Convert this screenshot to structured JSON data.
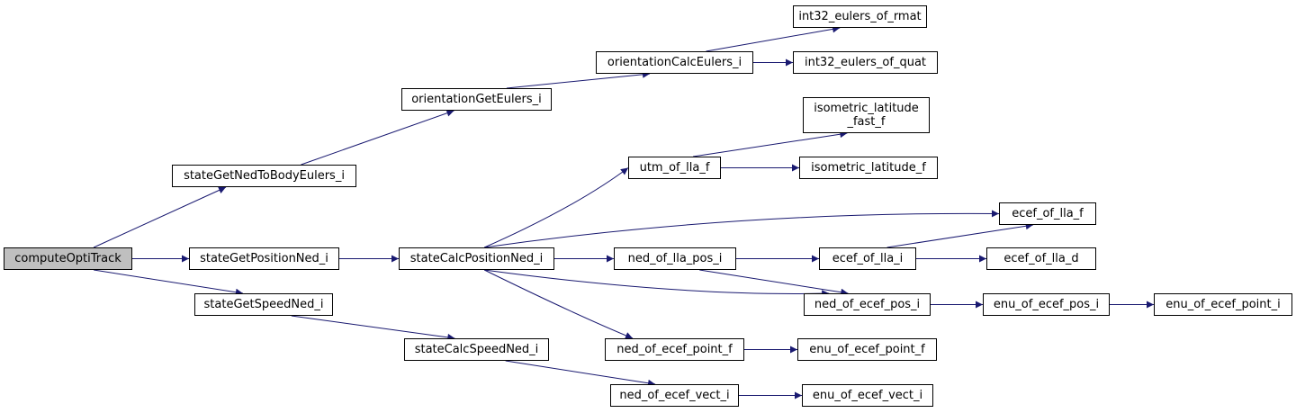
{
  "colors": {
    "edge": "#191970",
    "root_fill": "#bfbfbf",
    "node_fill": "#ffffff",
    "border": "#000000"
  },
  "nodes": {
    "computeOptiTrack": "computeOptiTrack",
    "stateGetNedToBodyEulers_i": "stateGetNedToBodyEulers_i",
    "stateGetPositionNed_i": "stateGetPositionNed_i",
    "stateGetSpeedNed_i": "stateGetSpeedNed_i",
    "orientationGetEulers_i": "orientationGetEulers_i",
    "orientationCalcEulers_i": "orientationCalcEulers_i",
    "int32_eulers_of_rmat": "int32_eulers_of_rmat",
    "int32_eulers_of_quat": "int32_eulers_of_quat",
    "stateCalcPositionNed_i": "stateCalcPositionNed_i",
    "stateCalcSpeedNed_i": "stateCalcSpeedNed_i",
    "utm_of_lla_f": "utm_of_lla_f",
    "isometric_latitude_fast_f": "isometric_latitude\n_fast_f",
    "isometric_latitude_f": "isometric_latitude_f",
    "ecef_of_lla_f": "ecef_of_lla_f",
    "ned_of_lla_pos_i": "ned_of_lla_pos_i",
    "ecef_of_lla_i": "ecef_of_lla_i",
    "ecef_of_lla_d": "ecef_of_lla_d",
    "ned_of_ecef_pos_i": "ned_of_ecef_pos_i",
    "enu_of_ecef_pos_i": "enu_of_ecef_pos_i",
    "enu_of_ecef_point_i": "enu_of_ecef_point_i",
    "ned_of_ecef_point_f": "ned_of_ecef_point_f",
    "enu_of_ecef_point_f": "enu_of_ecef_point_f",
    "ned_of_ecef_vect_i": "ned_of_ecef_vect_i",
    "enu_of_ecef_vect_i": "enu_of_ecef_vect_i"
  },
  "edges": [
    [
      "computeOptiTrack",
      "stateGetNedToBodyEulers_i"
    ],
    [
      "computeOptiTrack",
      "stateGetPositionNed_i"
    ],
    [
      "computeOptiTrack",
      "stateGetSpeedNed_i"
    ],
    [
      "stateGetNedToBodyEulers_i",
      "orientationGetEulers_i"
    ],
    [
      "orientationGetEulers_i",
      "orientationCalcEulers_i"
    ],
    [
      "orientationCalcEulers_i",
      "int32_eulers_of_rmat"
    ],
    [
      "orientationCalcEulers_i",
      "int32_eulers_of_quat"
    ],
    [
      "stateGetPositionNed_i",
      "stateCalcPositionNed_i"
    ],
    [
      "stateGetSpeedNed_i",
      "stateCalcSpeedNed_i"
    ],
    [
      "stateCalcPositionNed_i",
      "utm_of_lla_f"
    ],
    [
      "stateCalcPositionNed_i",
      "ecef_of_lla_f"
    ],
    [
      "stateCalcPositionNed_i",
      "ned_of_lla_pos_i"
    ],
    [
      "stateCalcPositionNed_i",
      "ned_of_ecef_pos_i"
    ],
    [
      "stateCalcPositionNed_i",
      "ned_of_ecef_point_f"
    ],
    [
      "utm_of_lla_f",
      "isometric_latitude_fast_f"
    ],
    [
      "utm_of_lla_f",
      "isometric_latitude_f"
    ],
    [
      "ned_of_lla_pos_i",
      "ecef_of_lla_i"
    ],
    [
      "ned_of_lla_pos_i",
      "ned_of_ecef_pos_i"
    ],
    [
      "ecef_of_lla_i",
      "ecef_of_lla_f"
    ],
    [
      "ecef_of_lla_i",
      "ecef_of_lla_d"
    ],
    [
      "ned_of_ecef_pos_i",
      "enu_of_ecef_pos_i"
    ],
    [
      "enu_of_ecef_pos_i",
      "enu_of_ecef_point_i"
    ],
    [
      "ned_of_ecef_point_f",
      "enu_of_ecef_point_f"
    ],
    [
      "stateCalcSpeedNed_i",
      "ned_of_ecef_vect_i"
    ],
    [
      "ned_of_ecef_vect_i",
      "enu_of_ecef_vect_i"
    ]
  ]
}
